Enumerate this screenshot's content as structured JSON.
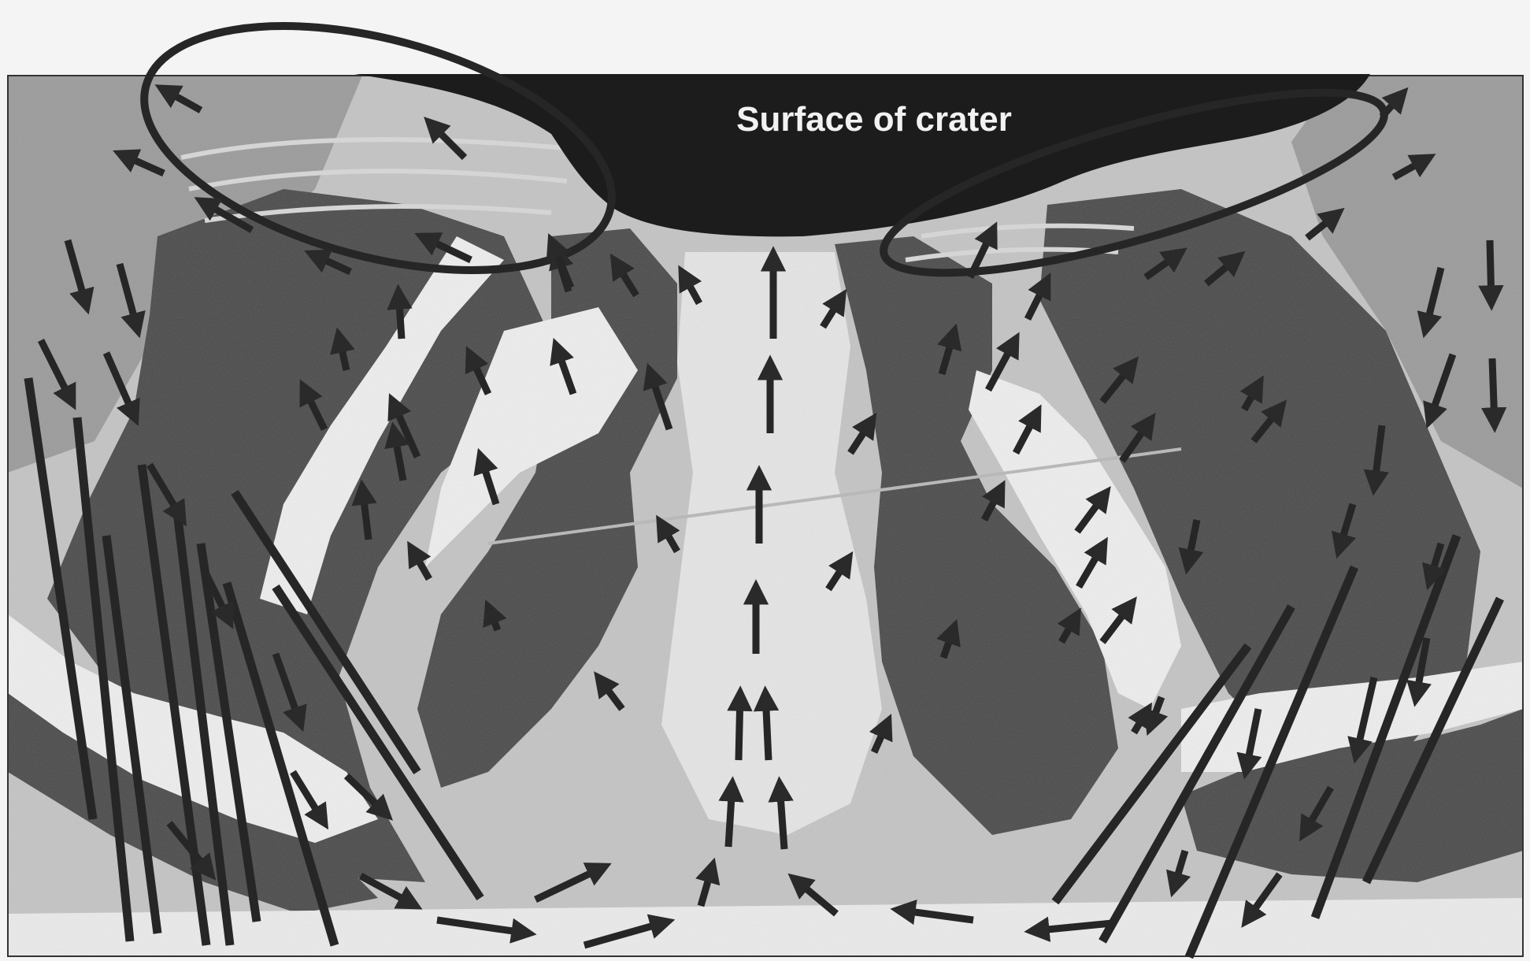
{
  "figure": {
    "label": "Surface of crater",
    "colors": {
      "background": "#f4f4f4",
      "light_zone": "#c4c4c4",
      "mid_zone": "#9a9a9a",
      "dark_zone": "#484848",
      "white_band": "#efefef",
      "crater_surface": "#1c1c1c",
      "arrow": "#2a2a2a",
      "label_text": "#f2f2f2"
    },
    "elements": [
      "surface-of-crater",
      "flow-arrows",
      "flow-lines",
      "outflow-loop-left",
      "outflow-loop-right"
    ]
  }
}
